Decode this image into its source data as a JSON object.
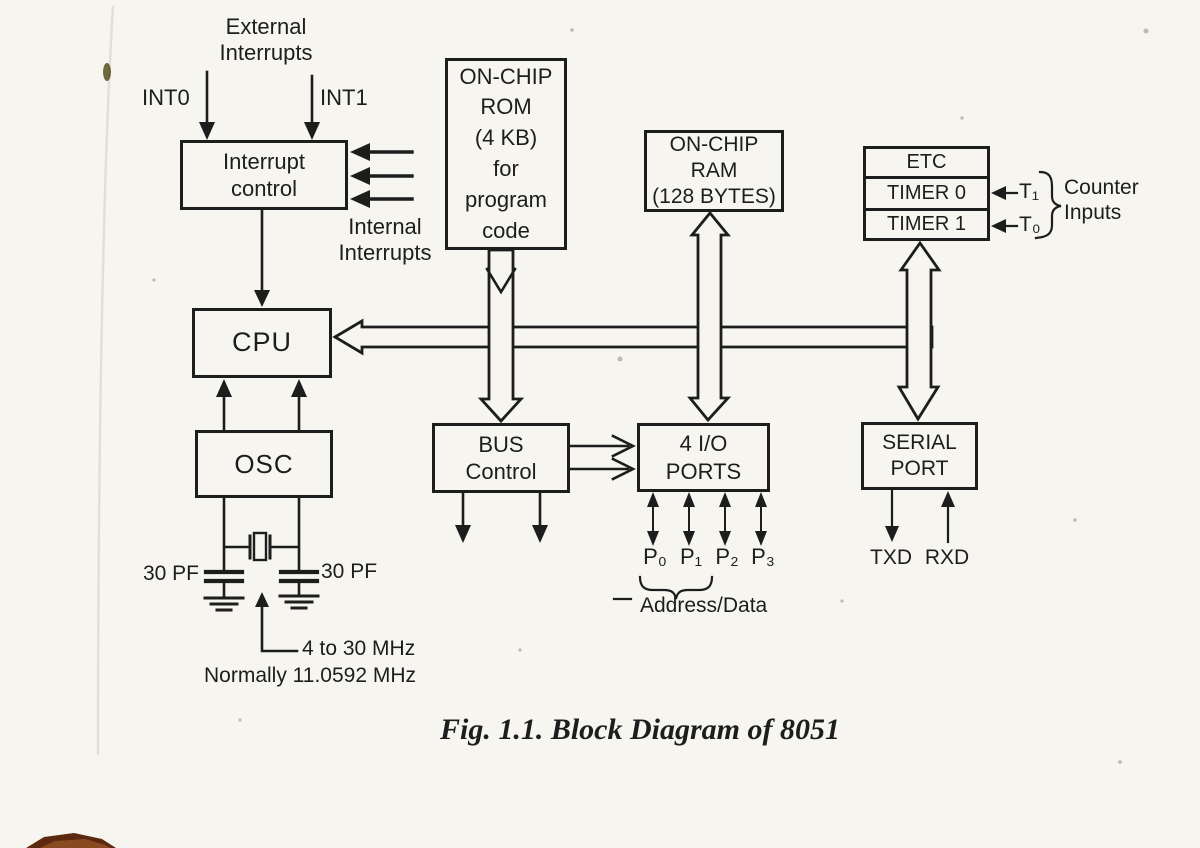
{
  "colors": {
    "paper": "#f6f5f0",
    "ink": "#1d1d1d",
    "book_edge_dark": "#5c2810",
    "book_edge_light": "#9a5524"
  },
  "caption": "Fig. 1.1. Block Diagram of 8051",
  "blocks": {
    "interrupt_control": "Interrupt\ncontrol",
    "rom": "ON-CHIP\nROM\n(4 KB)\nfor\nprogram\ncode",
    "ram": "ON-CHIP\nRAM\n(128 BYTES)",
    "etc": "ETC",
    "timer0": "TIMER 0",
    "timer1": "TIMER 1",
    "cpu": "CPU",
    "osc": "OSC",
    "bus_control": "BUS\nControl",
    "io_ports": "4 I/O\nPORTS",
    "serial_port": "SERIAL\nPORT"
  },
  "labels": {
    "external_interrupts": "External\nInterrupts",
    "int0": "INT0",
    "int1": "INT1",
    "internal_interrupts": "Internal\nInterrupts",
    "t1": "T₁",
    "t0": "T₀",
    "counter_inputs": "Counter\nInputs",
    "cap_left": "30 PF",
    "cap_right": "30 PF",
    "freq_range": "4 to 30 MHz",
    "freq_normal": "Normally 11.0592 MHz",
    "p0": "P₀",
    "p1": "P₁",
    "p2": "P₂",
    "p3": "P₃",
    "address_data": "Address/Data",
    "txd": "TXD",
    "rxd": "RXD"
  }
}
